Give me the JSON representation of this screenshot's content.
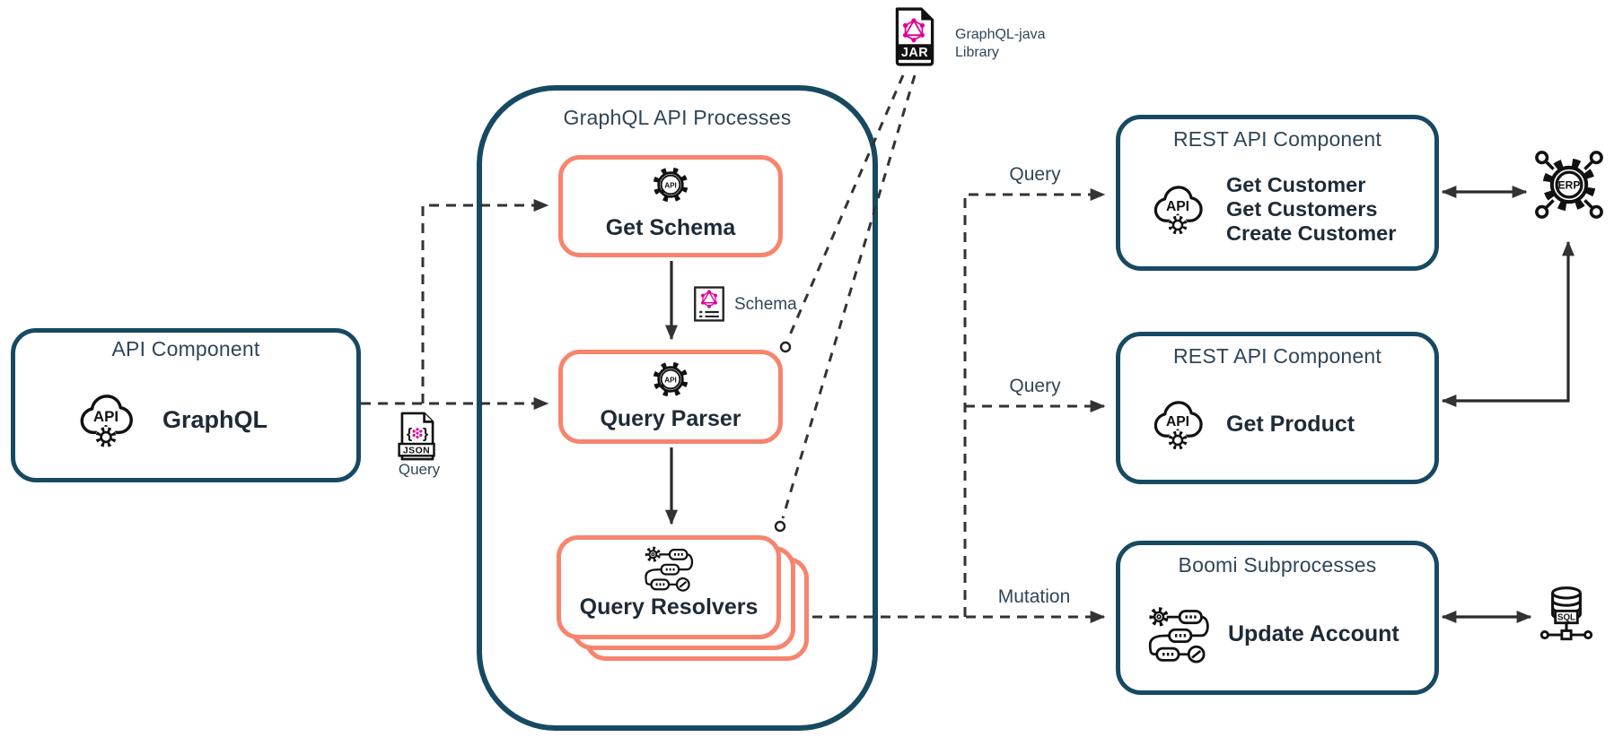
{
  "nodes": {
    "api_component": {
      "title": "API Component",
      "label": "GraphQL"
    },
    "graphql_api_processes": {
      "title": "GraphQL API Processes"
    },
    "get_schema": {
      "label": "Get Schema"
    },
    "query_parser": {
      "label": "Query Parser"
    },
    "query_resolvers": {
      "label": "Query Resolvers"
    },
    "rest_api_component_1": {
      "title": "REST API Component",
      "operations": [
        "Get Customer",
        "Get Customers",
        "Create Customer"
      ]
    },
    "rest_api_component_2": {
      "title": "REST API Component",
      "operations": [
        "Get Product"
      ]
    },
    "boomi_subprocesses": {
      "title": "Boomi Subprocesses",
      "operations": [
        "Update Account"
      ]
    }
  },
  "files": {
    "jar_library": {
      "badge": "JAR",
      "caption": "GraphQL-java Library"
    },
    "json_query": {
      "badge": "JSON",
      "caption": "Query"
    },
    "schema_document": {
      "caption": "Schema"
    }
  },
  "edge_labels": {
    "query_to_rest_1": "Query",
    "query_to_rest_2": "Query",
    "mutation_to_boomi": "Mutation"
  },
  "icon_labels": {
    "api": "API",
    "erp": "ERP",
    "sql": "SQL"
  },
  "colors": {
    "navy": "#174A62",
    "salmon": "#F7846D",
    "pink": "#E10098",
    "ink": "#1E2B36",
    "slate": "#2F4557",
    "connector": "#333333"
  }
}
